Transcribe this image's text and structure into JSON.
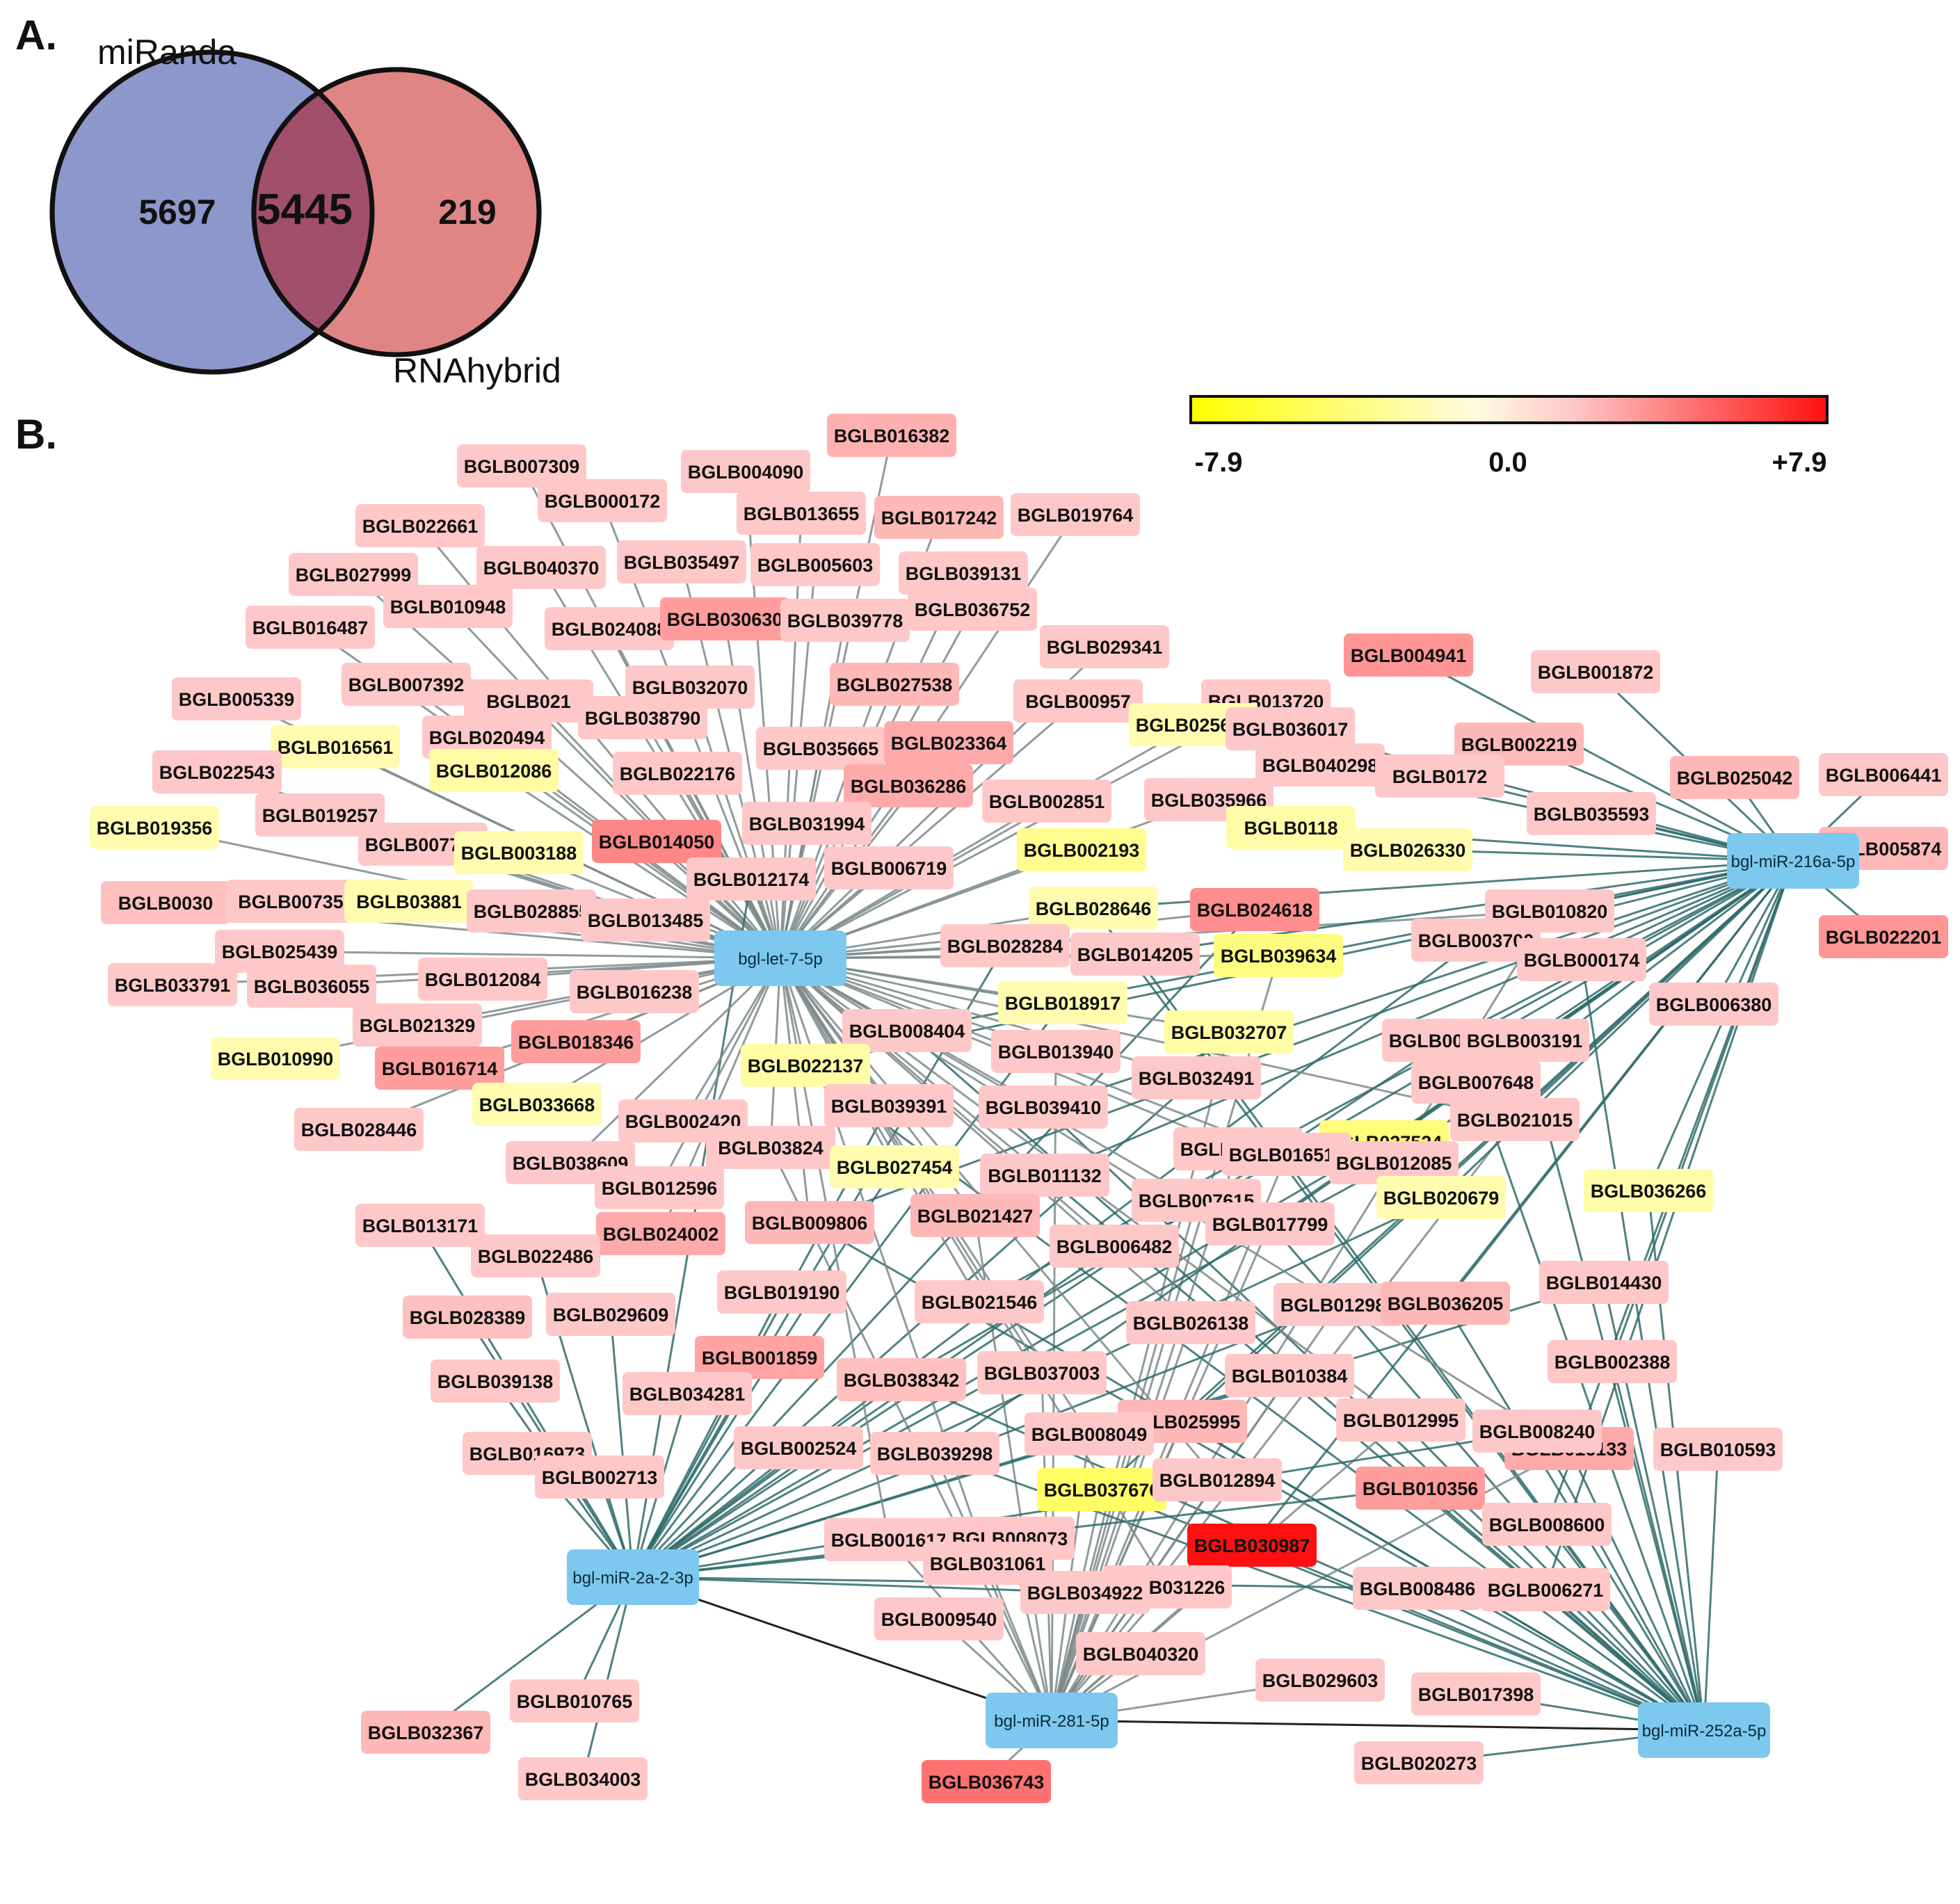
{
  "panel_a": {
    "label": "A.",
    "set_left_name": "miRanda",
    "set_right_name": "RNAhybrid",
    "left_only": "5697",
    "overlap": "5445",
    "right_only": "219",
    "colors": {
      "left": "#8c97cc",
      "right": "#e08585",
      "overlap": "#a24f6b"
    }
  },
  "panel_b": {
    "label": "B.",
    "colorbar": {
      "min_label": "-7.9",
      "mid_label": "0.0",
      "max_label": "+7.9",
      "colors": [
        "#ffff00",
        "#fffbe0",
        "#ffc8c8",
        "#ff1010"
      ]
    },
    "mirnas": [
      {
        "id": "let7",
        "label": "bgl-let-7-5p"
      },
      {
        "id": "m216",
        "label": "bgl-miR-216a-5p"
      },
      {
        "id": "m2a",
        "label": "bgl-miR-2a-2-3p"
      },
      {
        "id": "m281",
        "label": "bgl-miR-281-5p"
      },
      {
        "id": "m252",
        "label": "bgl-miR-252a-5p"
      }
    ],
    "genes": [
      {
        "label": "BGLB016382",
        "value": 3.4
      },
      {
        "label": "BGLB007309",
        "value": 1.5
      },
      {
        "label": "BGLB004090",
        "value": 1.2
      },
      {
        "label": "BGLB000172",
        "value": 1.0
      },
      {
        "label": "BGLB013655",
        "value": 2.4
      },
      {
        "label": "BGLB017242",
        "value": 3.2
      },
      {
        "label": "BGLB019764",
        "value": 1.8
      },
      {
        "label": "BGLB022661",
        "value": 2.8
      },
      {
        "label": "BGLB040370",
        "value": 1.0
      },
      {
        "label": "BGLB035497",
        "value": 1.0
      },
      {
        "label": "BGLB005603",
        "value": 1.5
      },
      {
        "label": "BGLB039131",
        "value": 1.5
      },
      {
        "label": "BGLB027999",
        "value": 1.2
      },
      {
        "label": "BGLB010948",
        "value": 2.8
      },
      {
        "label": "BGLB024088",
        "value": 2.0
      },
      {
        "label": "BGLB030630",
        "value": 4.0
      },
      {
        "label": "BGLB039778",
        "value": 1.2
      },
      {
        "label": "BGLB036752",
        "value": 1.2
      },
      {
        "label": "BGLB016487",
        "value": 1.2
      },
      {
        "label": "BGLB029341",
        "value": 2.6
      },
      {
        "label": "BGLB004941",
        "value": 4.2
      },
      {
        "label": "BGLB001872",
        "value": 1.0
      },
      {
        "label": "BGLB005339",
        "value": 2.2
      },
      {
        "label": "BGLB007392",
        "value": 1.2
      },
      {
        "label": "BGLB021",
        "value": 1.5
      },
      {
        "label": "BGLB032070",
        "value": 1.2
      },
      {
        "label": "BGLB027538",
        "value": 3.2
      },
      {
        "label": "BGLB00957",
        "value": 1.0
      },
      {
        "label": "BGLB013720",
        "value": 1.0
      },
      {
        "label": "BGLB016561",
        "value": -0.9
      },
      {
        "label": "BGLB020494",
        "value": 2.6
      },
      {
        "label": "BGLB038790",
        "value": 1.2
      },
      {
        "label": "BGLB025668",
        "value": -0.9
      },
      {
        "label": "BGLB036017",
        "value": 1.0
      },
      {
        "label": "BGLB002219",
        "value": 3.2
      },
      {
        "label": "BGLB022543",
        "value": 2.8
      },
      {
        "label": "BGLB012086",
        "value": -1.2
      },
      {
        "label": "BGLB022176",
        "value": 1.2
      },
      {
        "label": "BGLB035665",
        "value": 1.6
      },
      {
        "label": "BGLB023364",
        "value": 3.6
      },
      {
        "label": "BGLB040298",
        "value": 1.0
      },
      {
        "label": "BGLB0172",
        "value": 1.0
      },
      {
        "label": "BGLB025042",
        "value": 3.2
      },
      {
        "label": "BGLB006441",
        "value": 1.5
      },
      {
        "label": "BGLB036286",
        "value": 3.6
      },
      {
        "label": "BGLB002851",
        "value": 1.2
      },
      {
        "label": "BGLB035966",
        "value": 2.6
      },
      {
        "label": "BGLB035593",
        "value": 1.2
      },
      {
        "label": "BGLB019356",
        "value": -0.9
      },
      {
        "label": "BGLB019257",
        "value": 1.6
      },
      {
        "label": "BGLB014050",
        "value": 4.6
      },
      {
        "label": "BGLB031994",
        "value": 1.2
      },
      {
        "label": "BGLB0118",
        "value": -1.1
      },
      {
        "label": "BGLB007725",
        "value": 1.0
      },
      {
        "label": "BGLB003188",
        "value": -0.9
      },
      {
        "label": "BGLB002193",
        "value": -1.8
      },
      {
        "label": "BGLB026330",
        "value": -0.9
      },
      {
        "label": "BGLB005874",
        "value": 3.2
      },
      {
        "label": "BGLB012174",
        "value": 1.2
      },
      {
        "label": "BGLB006719",
        "value": 1.2
      },
      {
        "label": "BGLB0030",
        "value": 3.0
      },
      {
        "label": "BGLB00735",
        "value": 2.0
      },
      {
        "label": "BGLB03881",
        "value": -0.9
      },
      {
        "label": "BGLB028855",
        "value": 1.2
      },
      {
        "label": "BGLB024618",
        "value": 4.4
      },
      {
        "label": "BGLB028646",
        "value": -0.9
      },
      {
        "label": "BGLB010820",
        "value": 1.2
      },
      {
        "label": "BGLB022201",
        "value": 4.2
      },
      {
        "label": "BGLB025439",
        "value": 1.0
      },
      {
        "label": "BGLB013485",
        "value": 1.0
      },
      {
        "label": "BGLB028284",
        "value": 1.5
      },
      {
        "label": "BGLB014205",
        "value": 1.0
      },
      {
        "label": "BGLB039634",
        "value": -2.4
      },
      {
        "label": "BGLB003700",
        "value": 1.0
      },
      {
        "label": "BGLB000174",
        "value": 1.2
      },
      {
        "label": "BGLB033791",
        "value": 1.5
      },
      {
        "label": "BGLB036055",
        "value": 1.2
      },
      {
        "label": "BGLB012084",
        "value": 1.2
      },
      {
        "label": "BGLB016238",
        "value": 1.5
      },
      {
        "label": "BGLB018917",
        "value": -0.9
      },
      {
        "label": "BGLB006380",
        "value": 1.6
      },
      {
        "label": "BGLB021329",
        "value": 1.0
      },
      {
        "label": "BGLB018346",
        "value": 4.0
      },
      {
        "label": "BGLB008404",
        "value": 1.2
      },
      {
        "label": "BGLB032707",
        "value": -1.2
      },
      {
        "label": "BGLB001519",
        "value": 1.2
      },
      {
        "label": "BGLB003191",
        "value": 1.0
      },
      {
        "label": "BGLB010990",
        "value": -0.9
      },
      {
        "label": "BGLB016714",
        "value": 4.0
      },
      {
        "label": "BGLB022137",
        "value": -1.2
      },
      {
        "label": "BGLB013940",
        "value": 2.6
      },
      {
        "label": "BGLB032491",
        "value": 2.6
      },
      {
        "label": "BGLB007648",
        "value": 1.0
      },
      {
        "label": "BGLB033668",
        "value": -0.9
      },
      {
        "label": "BGLB039391",
        "value": 1.2
      },
      {
        "label": "BGLB039410",
        "value": 1.2
      },
      {
        "label": "BGLB021015",
        "value": 2.6
      },
      {
        "label": "BGLB028446",
        "value": 2.6
      },
      {
        "label": "BGLB002420",
        "value": 2.0
      },
      {
        "label": "BGLB001739",
        "value": 1.2
      },
      {
        "label": "BGLB027524",
        "value": -2.6
      },
      {
        "label": "BGLB038609",
        "value": 1.2
      },
      {
        "label": "BGLB03824",
        "value": 1.2
      },
      {
        "label": "BGLB027454",
        "value": -0.9
      },
      {
        "label": "BGLB011132",
        "value": 1.2
      },
      {
        "label": "BGLB016513",
        "value": 1.2
      },
      {
        "label": "BGLB012085",
        "value": 1.2
      },
      {
        "label": "BGLB012596",
        "value": 1.2
      },
      {
        "label": "BGLB007615",
        "value": 1.2
      },
      {
        "label": "BGLB020679",
        "value": -0.9
      },
      {
        "label": "BGLB036266",
        "value": -1.1
      },
      {
        "label": "BGLB013171",
        "value": 1.2
      },
      {
        "label": "BGLB024002",
        "value": 3.6
      },
      {
        "label": "BGLB009806",
        "value": 3.2
      },
      {
        "label": "BGLB021427",
        "value": 3.2
      },
      {
        "label": "BGLB006482",
        "value": 1.0
      },
      {
        "label": "BGLB017799",
        "value": 2.2
      },
      {
        "label": "BGLB022486",
        "value": 1.2
      },
      {
        "label": "BGLB014430",
        "value": 2.8
      },
      {
        "label": "BGLB028389",
        "value": 3.0
      },
      {
        "label": "BGLB029609",
        "value": 1.6
      },
      {
        "label": "BGLB019190",
        "value": 1.2
      },
      {
        "label": "BGLB021546",
        "value": 1.2
      },
      {
        "label": "BGLB026138",
        "value": 2.6
      },
      {
        "label": "BGLB012984",
        "value": 1.2
      },
      {
        "label": "BGLB036205",
        "value": 3.2
      },
      {
        "label": "BGLB039138",
        "value": 1.2
      },
      {
        "label": "BGLB001859",
        "value": 3.8
      },
      {
        "label": "BGLB038342",
        "value": 3.0
      },
      {
        "label": "BGLB037003",
        "value": 1.0
      },
      {
        "label": "BGLB010384",
        "value": 1.2
      },
      {
        "label": "BGLB002388",
        "value": 1.2
      },
      {
        "label": "BGLB016133",
        "value": 3.6
      },
      {
        "label": "BGLB034281",
        "value": 1.6
      },
      {
        "label": "BGLB025995",
        "value": 3.2
      },
      {
        "label": "BGLB012995",
        "value": 1.6
      },
      {
        "label": "BGLB008240",
        "value": 2.0
      },
      {
        "label": "BGLB010593",
        "value": 1.2
      },
      {
        "label": "BGLB016973",
        "value": 1.6
      },
      {
        "label": "BGLB002524",
        "value": 1.6
      },
      {
        "label": "BGLB039298",
        "value": 1.6
      },
      {
        "label": "BGLB008049",
        "value": 1.2
      },
      {
        "label": "BGLB002713",
        "value": 1.0
      },
      {
        "label": "BGLB037676",
        "value": -3.4
      },
      {
        "label": "BGLB012894",
        "value": 2.0
      },
      {
        "label": "BGLB010356",
        "value": 4.0
      },
      {
        "label": "BGLB008600",
        "value": 1.2
      },
      {
        "label": "BGLB001617",
        "value": 1.2
      },
      {
        "label": "BGLB008073",
        "value": 2.8
      },
      {
        "label": "BGLB030987",
        "value": 7.9
      },
      {
        "label": "BGLB031226",
        "value": 2.8
      },
      {
        "label": "BGLB008486",
        "value": 1.2
      },
      {
        "label": "BGLB006271",
        "value": 2.8
      },
      {
        "label": "BGLB031061",
        "value": 2.0
      },
      {
        "label": "BGLB034922",
        "value": 2.0
      },
      {
        "label": "BGLB009540",
        "value": 1.0
      },
      {
        "label": "BGLB040320",
        "value": 1.2
      },
      {
        "label": "BGLB029603",
        "value": 2.2
      },
      {
        "label": "BGLB017398",
        "value": 2.0
      },
      {
        "label": "BGLB032367",
        "value": 3.2
      },
      {
        "label": "BGLB010765",
        "value": 1.2
      },
      {
        "label": "BGLB020273",
        "value": 2.0
      },
      {
        "label": "BGLB034003",
        "value": 2.6
      },
      {
        "label": "BGLB036743",
        "value": 5.2
      }
    ]
  }
}
